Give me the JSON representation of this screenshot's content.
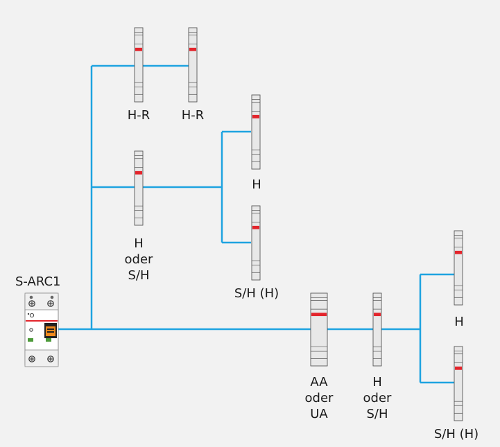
{
  "diagram": {
    "colors": {
      "background": "#f2f2f2",
      "wire": "#1ea3e0",
      "indicator_red": "#e3242b",
      "device_body": "#e8e8e8",
      "device_outline": "#555555"
    },
    "labels": {
      "main_device": "S-ARC1",
      "hr_1": "H-R",
      "hr_2": "H-R",
      "h_upper": "H",
      "sh_upper": "S/H (H)",
      "h_or_sh_upper": [
        "H",
        "oder",
        "S/H"
      ],
      "aa_or_ua": [
        "AA",
        "oder",
        "UA"
      ],
      "h_or_sh_lower": [
        "H",
        "oder",
        "S/H"
      ],
      "h_lower": "H",
      "sh_lower": "S/H (H)"
    }
  }
}
